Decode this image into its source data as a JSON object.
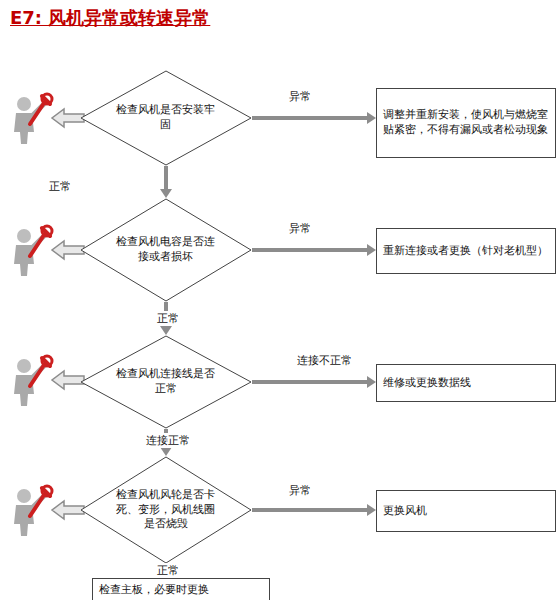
{
  "diagram": {
    "title": "E7: 风机异常或转速异常",
    "nodes": [
      {
        "text": [
          "检查风机是否安装牢固"
        ]
      },
      {
        "text": [
          "调整并重新安装，使风机与燃烧室贴紧密，不得有漏风或者松动现象"
        ]
      },
      {
        "text": [
          "检查风机电容是否连接或者损坏"
        ]
      },
      {
        "text": [
          "重新连接或者更换（针对老机型）"
        ]
      },
      {
        "text": [
          "检查风机连接线是否正常"
        ]
      },
      {
        "text": [
          "维修或更换数据线"
        ]
      },
      {
        "text": [
          "检查风机风轮是否卡死、变形，风机线圈是否烧毁"
        ]
      },
      {
        "text": [
          "更换风机"
        ]
      },
      {
        "text": [
          "检查主板，必要时更换"
        ]
      }
    ],
    "edges": [
      {
        "from": 0,
        "to": 1,
        "label": "异常",
        "arrow": "to"
      },
      {
        "from": 0,
        "to": 2,
        "label": "正常",
        "arrow": "to"
      },
      {
        "from": 2,
        "to": 3,
        "label": "异常",
        "arrow": "to"
      },
      {
        "from": 2,
        "to": 4,
        "label": "正常",
        "arrow": "to"
      },
      {
        "from": 4,
        "to": 5,
        "label": "连接不正常",
        "arrow": "to"
      },
      {
        "from": 4,
        "to": 6,
        "label": "连接正常",
        "arrow": "to"
      },
      {
        "from": 6,
        "to": 7,
        "label": "异常",
        "arrow": "to"
      },
      {
        "from": 6,
        "to": 8,
        "label": "正常",
        "arrow": "to"
      }
    ]
  }
}
